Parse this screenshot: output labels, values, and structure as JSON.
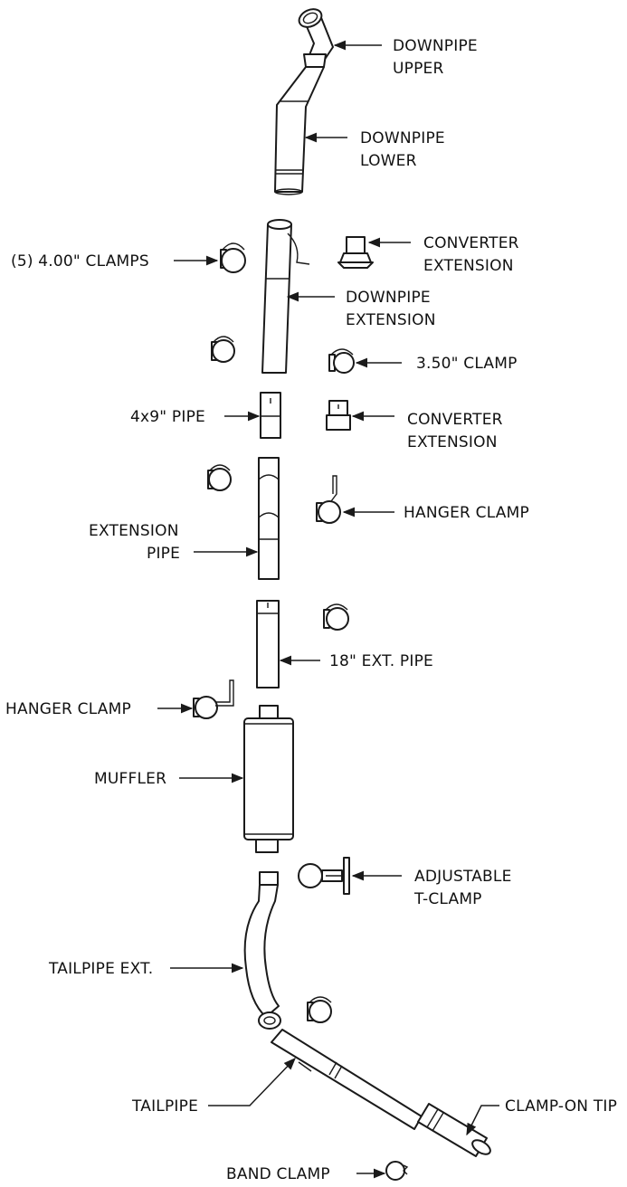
{
  "labels": {
    "downpipe_upper": [
      "DOWNPIPE",
      "UPPER"
    ],
    "downpipe_lower": [
      "DOWNPIPE",
      "LOWER"
    ],
    "clamps_4in": "(5) 4.00\" CLAMPS",
    "converter_extension_top": [
      "CONVERTER",
      "EXTENSION"
    ],
    "downpipe_extension": [
      "DOWNPIPE",
      "EXTENSION"
    ],
    "clamp_3_50": "3.50\" CLAMP",
    "pipe_4x9": "4x9\" PIPE",
    "converter_extension_mid": [
      "CONVERTER",
      "EXTENSION"
    ],
    "hanger_clamp_right": "HANGER CLAMP",
    "extension_pipe": [
      "EXTENSION",
      "PIPE"
    ],
    "ext_pipe_18": "18\" EXT. PIPE",
    "hanger_clamp_left": "HANGER CLAMP",
    "muffler": "MUFFLER",
    "adjustable_tclamp": [
      "ADJUSTABLE",
      "T-CLAMP"
    ],
    "tailpipe_ext": "TAILPIPE EXT.",
    "tailpipe": "TAILPIPE",
    "clamp_on_tip": "CLAMP-ON TIP",
    "band_clamp": "BAND CLAMP"
  },
  "colors": {
    "line": "#1a1a1a",
    "background": "#ffffff"
  }
}
